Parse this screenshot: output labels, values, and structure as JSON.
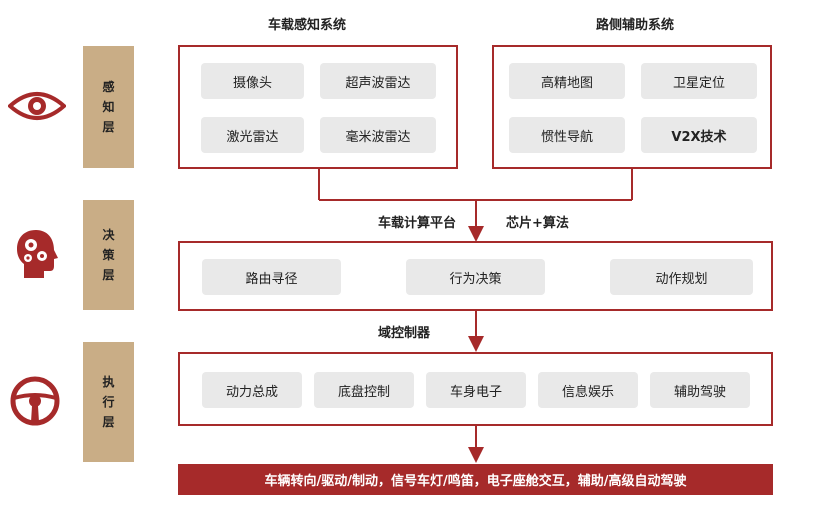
{
  "colors": {
    "accent": "#a62a2a",
    "layer_bg": "#c9ad86",
    "pill_bg": "#e9e9e9"
  },
  "sections": {
    "vehicle_perception_title": "车载感知系统",
    "roadside_assist_title": "路侧辅助系统"
  },
  "vehicle_sensors": [
    "摄像头",
    "超声波雷达",
    "激光雷达",
    "毫米波雷达"
  ],
  "roadside_items": [
    "高精地图",
    "卫星定位",
    "惯性导航",
    "V2X技术"
  ],
  "layers": {
    "perception": [
      "感",
      "知",
      "层"
    ],
    "decision": [
      "决",
      "策",
      "层"
    ],
    "execution": [
      "执",
      "行",
      "层"
    ]
  },
  "labels": {
    "compute_platform": "车载计算平台",
    "chip_algorithm": "芯片+算法",
    "domain_controller": "域控制器"
  },
  "decision_steps": [
    "路由寻径",
    "行为决策",
    "动作规划"
  ],
  "execution_items": [
    "动力总成",
    "底盘控制",
    "车身电子",
    "信息娱乐",
    "辅助驾驶"
  ],
  "bottom_bar": "车辆转向/驱动/制动，信号车灯/鸣笛，电子座舱交互，辅助/高级自动驾驶",
  "icons": [
    "eye-icon",
    "head-gears-icon",
    "steering-wheel-icon"
  ]
}
